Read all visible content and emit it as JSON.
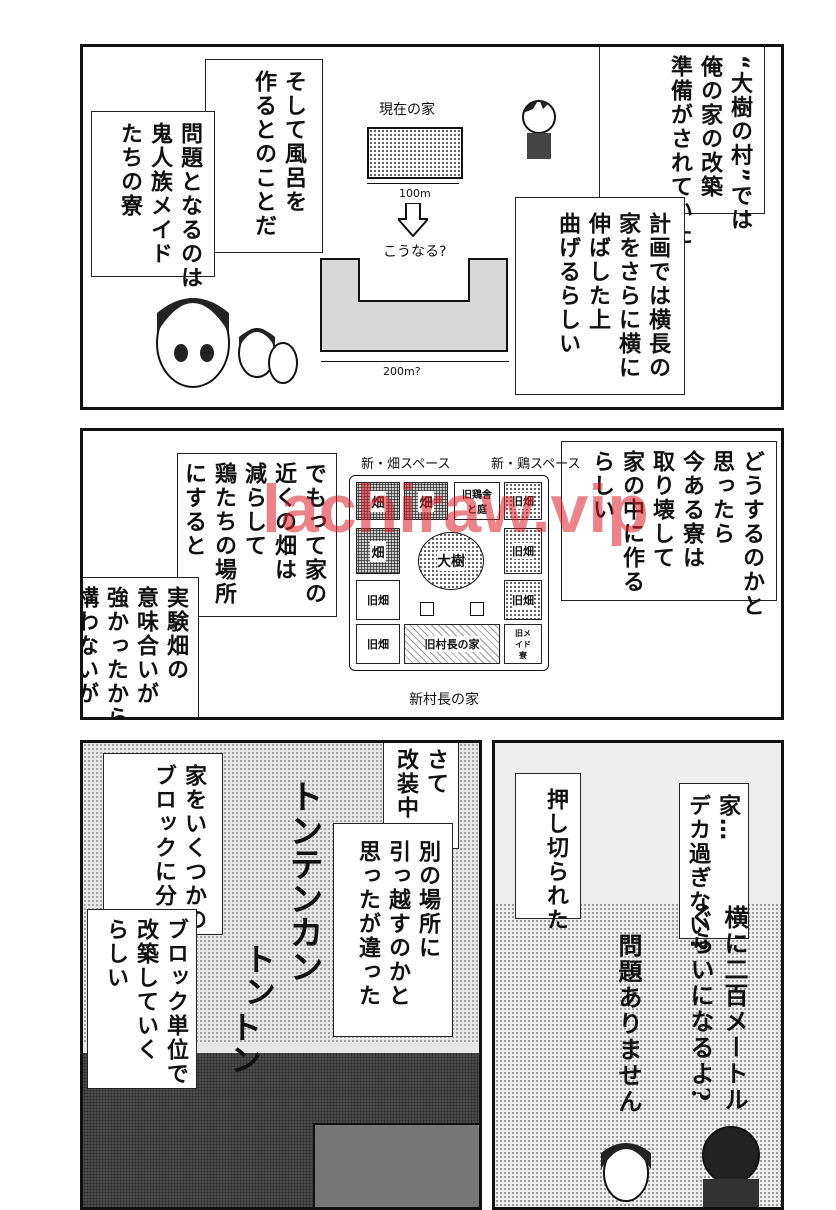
{
  "panel1": {
    "box_right": "“大樹の村”では\n俺の家の改築\n準備がされていた",
    "box_right2": "計画では横長の\n家をさらに横に\n伸ばした上\n曲げるらしい",
    "box_mid": "そして風呂を\n作るとのことだ",
    "box_left": "問題となるのは\n鬼人族メイド\nたちの寮",
    "current_house": "現在の家",
    "width_100": "100m",
    "becomes": "こうなる?",
    "width_200": "200m?"
  },
  "panel2": {
    "box_right": "どうするのかと\n思ったら\n今ある寮は\n取り壊して\n家の中に作る\nらしい",
    "box_mid": "でもって家の\n近くの畑は\n減らして\n鶏たちの場所\nにすると",
    "box_left": "実験畑の\n意味合いが\n強かったから\n構わないが\n……",
    "new_field_space": "新・畑スペース",
    "new_chicken_space": "新・鶏スペース",
    "field": "畑",
    "old_chicken_yard": "旧鶏舎と庭",
    "old_field": "旧畑",
    "great_tree": "大樹",
    "old_village_chief_house": "旧村長の家",
    "old_maid_dorm": "旧メイド寮",
    "new_village_chief_house": "新村長の家"
  },
  "panel3": {
    "box_top": "さて\n改装中",
    "box_mid": "別の場所に\n引っ越すのかと\n思ったが違った",
    "box_left": "家をいくつかの\nブロックに分け",
    "box_left2": "ブロック単位で\n改築していく\nらしい",
    "sfx1": "トンテンカン",
    "sfx2": "トン",
    "sfx3": "トン"
  },
  "panel4": {
    "bubble1": "家…\nデカ過ぎない?",
    "bubble2": "押し切られた",
    "speech1": "横に二百メートル\nぐらいになるよ?",
    "speech2": "問題ありません"
  },
  "watermark": "lachiraw.vip"
}
